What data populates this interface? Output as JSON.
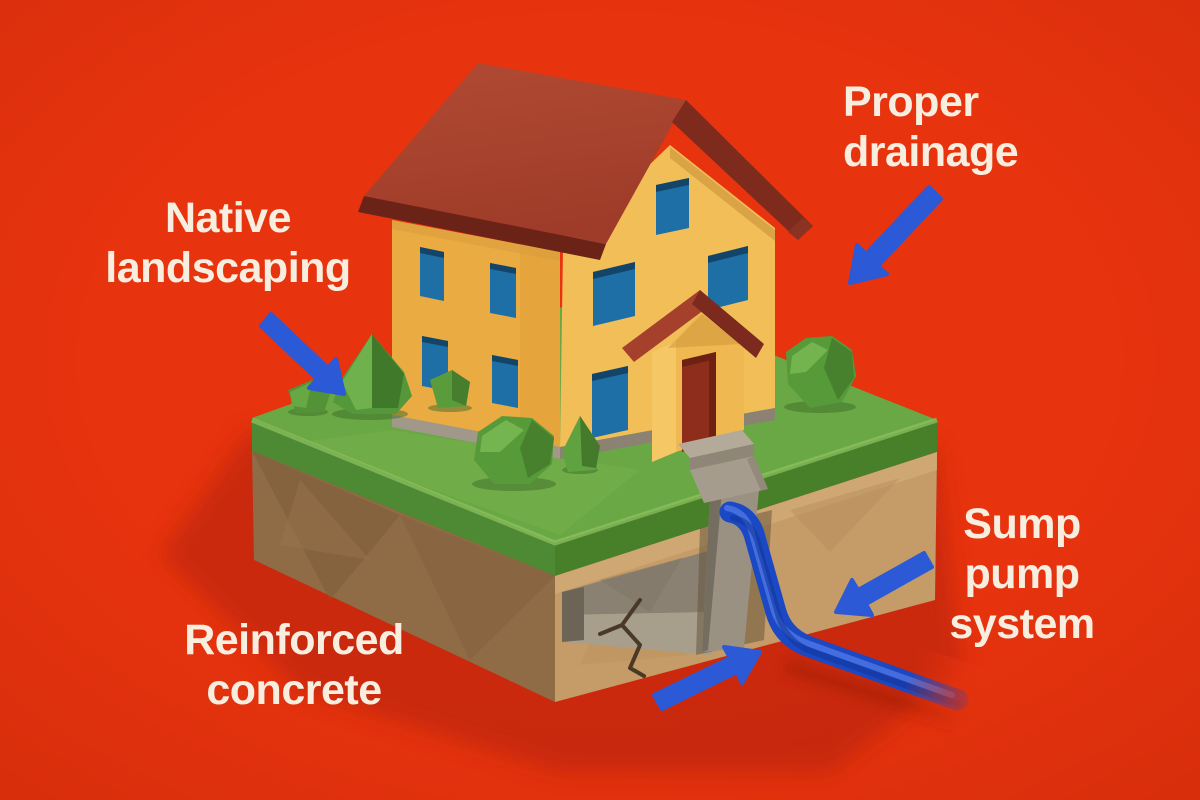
{
  "labels": {
    "proper_drainage": "Proper\ndrainage",
    "native_landscaping": "Native\nlandscaping",
    "sump_pump_system": "Sump\npump\nsystem",
    "reinforced_concrete": "Reinforced\nconcrete"
  },
  "colors": {
    "background": "#E7330E",
    "label_text": "#F7EEDF",
    "arrow_blue": "#2C59D6",
    "pipe_blue": "#1B48C4",
    "roof_red": "#A7422D",
    "roof_fascia_dark": "#7E2B1E",
    "wall_yellow": "#E9AB42",
    "gable_yellow": "#F2BE58",
    "window_blue": "#1E6FA6",
    "door_maroon": "#8E2D1C",
    "grass_green": "#69A844",
    "soil_brown": "#8F6B46",
    "soil_cut_tan": "#C59C68",
    "concrete_gray": "#99907F"
  },
  "icons": {
    "arrow_proper_drainage": "arrow-down-left",
    "arrow_native_landscaping": "arrow-down-right",
    "arrow_sump_pump": "arrow-down-left",
    "arrow_reinforced_concrete": "arrow-up-right"
  }
}
